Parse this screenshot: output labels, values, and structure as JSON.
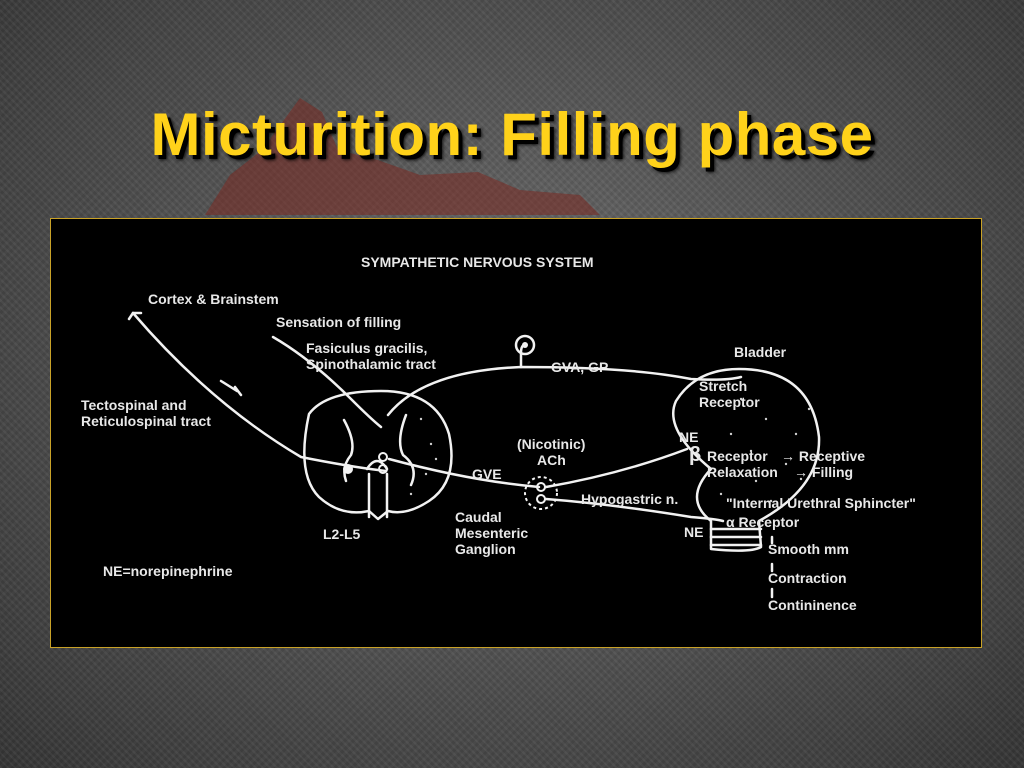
{
  "slide": {
    "title": "Micturition: Filling phase"
  },
  "diagram": {
    "heading": "SYMPATHETIC NERVOUS SYSTEM",
    "labels": {
      "cortex": "Cortex & Brainstem",
      "sensation": "Sensation of filling",
      "fasiculus_1": "Fasiculus gracilis,",
      "fasiculus_2": "Spinothalamic tract",
      "tectospinal_1": "Tectospinal and",
      "tectospinal_2": "Reticulospinal tract",
      "cord_level": "L2-L5",
      "gva": "GVA, GP",
      "nicotinic": "(Nicotinic)",
      "ach": "ACh",
      "gve": "GVE",
      "hypogastric": "Hypogastric n.",
      "caudal": "Caudal",
      "mesenteric": "Mesenteric",
      "ganglion": "Ganglion",
      "bladder": "Bladder",
      "stretch": "Stretch",
      "receptor": "Receptor",
      "ne_top": "NE",
      "beta": "β",
      "beta_receptor": "Receptor",
      "receptive": "→ Receptive",
      "relaxation": "Relaxation",
      "filling": "→ Filling",
      "ures": "\"Internal Urethral Sphincter\"",
      "alpha_receptor": "α Receptor",
      "ne_bottom": "NE",
      "smooth": "Smooth mm",
      "contraction": "Contraction",
      "continence": "Contininence",
      "legend": "NE=norepinephrine"
    }
  }
}
